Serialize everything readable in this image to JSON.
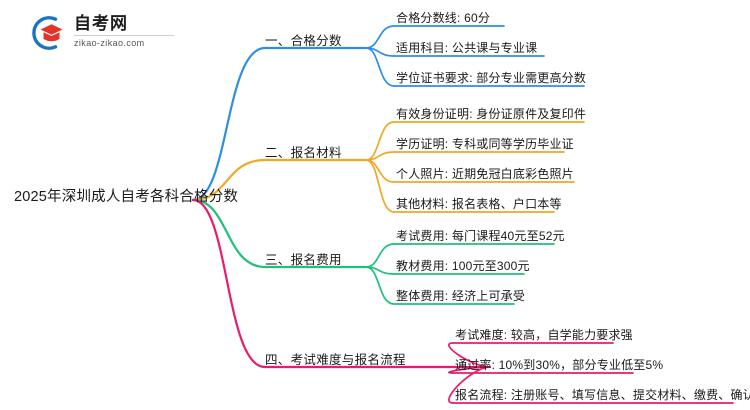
{
  "logo": {
    "mark_name": "zikao-logo-mark",
    "title_cn": "自考网",
    "url": "zikao-zikao.com",
    "arc_color": "#1B72C4",
    "cap_color": "#E2342A"
  },
  "mindmap": {
    "root": {
      "label": "2025年深圳成人自考各科合格分数"
    },
    "branches": [
      {
        "label": "一、合格分数",
        "color": "#2E8FE0",
        "leaves": [
          {
            "label": "合格分数线: 60分"
          },
          {
            "label": "适用科目: 公共课与专业课"
          },
          {
            "label": "学位证书要求: 部分专业需更高分数"
          }
        ]
      },
      {
        "label": "二、报名材料",
        "color": "#F0A826",
        "leaves": [
          {
            "label": "有效身份证明: 身份证原件及复印件"
          },
          {
            "label": "学历证明: 专科或同等学历毕业证"
          },
          {
            "label": "个人照片: 近期免冠白底彩色照片"
          },
          {
            "label": "其他材料: 报名表格、户口本等"
          }
        ]
      },
      {
        "label": "三、报名费用",
        "color": "#1FC07A",
        "leaves": [
          {
            "label": "考试费用: 每门课程40元至52元"
          },
          {
            "label": "教材费用: 100元至300元"
          },
          {
            "label": "整体费用: 经济上可承受"
          }
        ]
      },
      {
        "label": "四、考试难度与报名流程",
        "color": "#EC1A6B",
        "leaves": [
          {
            "label": "考试难度: 较高，自学能力要求强"
          },
          {
            "label": "通过率: 10%到30%，部分专业低至5%"
          },
          {
            "label": "报名流程: 注册账号、填写信息、提交材料、缴费、确认报名"
          }
        ]
      }
    ]
  }
}
